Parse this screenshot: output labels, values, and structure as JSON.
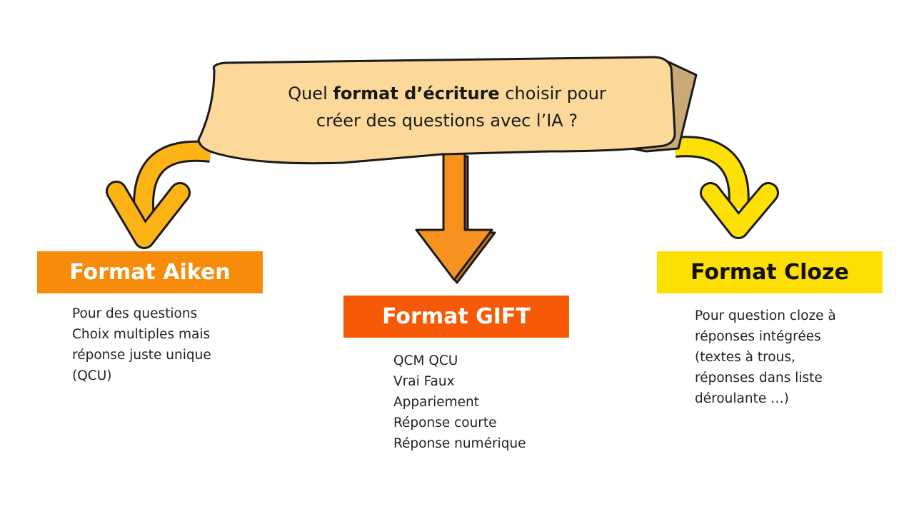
{
  "question": {
    "prefix": "Quel ",
    "emphasis": "format d’écriture",
    "suffix": " choisir pour",
    "line2": "créer des questions avec l’IA ?"
  },
  "formats": [
    {
      "title": "Format Aiken",
      "box_color": "#f78c0c",
      "text_color": "#ffffff",
      "lines": [
        "Pour des questions",
        "Choix multiples mais",
        "réponse juste unique",
        "(QCU)"
      ]
    },
    {
      "title": "Format GIFT",
      "box_color": "#f75a06",
      "text_color": "#ffffff",
      "lines": [
        "QCM QCU",
        "Vrai Faux",
        "Appariement",
        "Réponse courte",
        "Réponse numérique"
      ]
    },
    {
      "title": "Format Cloze",
      "box_color": "#fde003",
      "text_color": "#111111",
      "lines": [
        "Pour question cloze à",
        "réponses intégrées",
        "(textes à trous,",
        "réponses dans liste",
        "déroulante …)"
      ]
    }
  ],
  "colors": {
    "banner_fill": "#fcd99a",
    "banner_shadow": "#c9a978",
    "arrow_left": "#fbb315",
    "arrow_middle": "#f7921e",
    "arrow_right": "#fde006"
  }
}
